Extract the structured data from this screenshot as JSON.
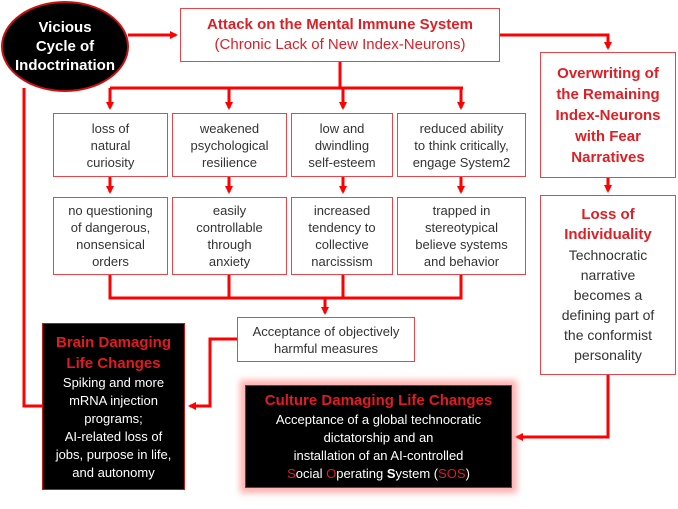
{
  "colors": {
    "accent": "#e8454a",
    "arrow": "#ff0000",
    "title_red": "#dd1f26",
    "dark_bg": "#000000"
  },
  "cycle": {
    "lines": [
      "Vicious",
      "Cycle of",
      "Indoctrination"
    ]
  },
  "attack": {
    "title": "Attack on the Mental Immune System",
    "subtitle": "(Chronic Lack of New Index-Neurons)"
  },
  "overwriting": {
    "lines": [
      "Overwriting of",
      "the Remaining",
      "Index-Neurons",
      "with Fear",
      "Narratives"
    ]
  },
  "individuality": {
    "title_lines": [
      "Loss of",
      "Individuality"
    ],
    "body_lines": [
      "Technocratic",
      "narrative",
      "becomes a",
      "defining part of",
      "the conformist",
      "personality"
    ]
  },
  "effects": [
    {
      "lines": [
        "loss of",
        "natural",
        "curiosity"
      ]
    },
    {
      "lines": [
        "weakened",
        "psychological",
        "resilience"
      ]
    },
    {
      "lines": [
        "low and",
        "dwindling",
        "self-esteem"
      ]
    },
    {
      "lines": [
        "reduced ability",
        "to think critically,",
        "engage System2"
      ]
    }
  ],
  "consequences": [
    {
      "lines": [
        "no questioning",
        "of dangerous,",
        "nonsensical",
        "orders"
      ]
    },
    {
      "lines": [
        "easily",
        "controllable",
        "through",
        "anxiety"
      ]
    },
    {
      "lines": [
        "increased",
        "tendency to",
        "collective",
        "narcissism"
      ]
    },
    {
      "lines": [
        "trapped in",
        "stereotypical",
        "believe systems",
        "and behavior"
      ]
    }
  ],
  "acceptance": {
    "lines": [
      "Acceptance of objectively",
      "harmful measures"
    ]
  },
  "brain": {
    "title_lines": [
      "Brain Damaging",
      "Life Changes"
    ],
    "body_lines": [
      "Spiking and more",
      "mRNA injection",
      "programs;",
      "AI-related loss of",
      "jobs, purpose in life,",
      "and autonomy"
    ]
  },
  "culture": {
    "title": "Culture Damaging Life Changes",
    "body_lines": [
      "Acceptance of a global technocratic",
      "dictatorship and an",
      "installation of an AI-controlled"
    ],
    "sos": {
      "s": "S",
      "ocial": "ocial ",
      "o": "O",
      "perating": "perating ",
      "s2": "S",
      "ystem": "ystem (",
      "abbr": "SOS",
      "close": ")"
    }
  }
}
